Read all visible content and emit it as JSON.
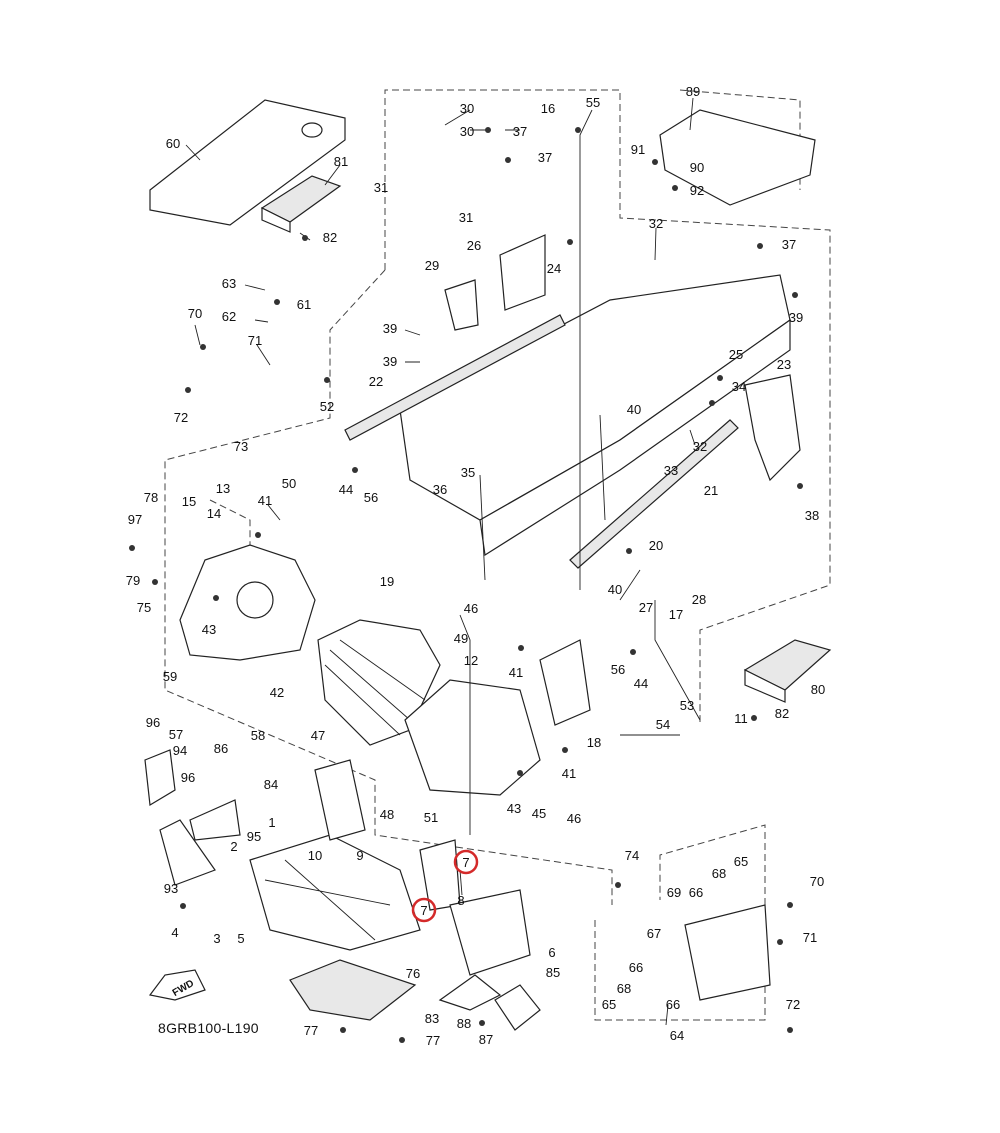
{
  "diagram": {
    "reference_code": "8GRB100-L190",
    "fwd_label": "FWD",
    "highlight_color": "#d42a2a",
    "highlighted_callouts": [
      "7",
      "7"
    ],
    "callouts": [
      {
        "id": "c60",
        "text": "60"
      },
      {
        "id": "c81",
        "text": "81"
      },
      {
        "id": "c82a",
        "text": "82"
      },
      {
        "id": "c30a",
        "text": "30"
      },
      {
        "id": "c30b",
        "text": "30"
      },
      {
        "id": "c37a",
        "text": "37"
      },
      {
        "id": "c37b",
        "text": "37"
      },
      {
        "id": "c16",
        "text": "16"
      },
      {
        "id": "c55",
        "text": "55"
      },
      {
        "id": "c31a",
        "text": "31"
      },
      {
        "id": "c31b",
        "text": "31"
      },
      {
        "id": "c89",
        "text": "89"
      },
      {
        "id": "c91",
        "text": "91"
      },
      {
        "id": "c90",
        "text": "90"
      },
      {
        "id": "c92",
        "text": "92"
      },
      {
        "id": "c26",
        "text": "26"
      },
      {
        "id": "c24",
        "text": "24"
      },
      {
        "id": "c29",
        "text": "29"
      },
      {
        "id": "c32a",
        "text": "32"
      },
      {
        "id": "c37c",
        "text": "37"
      },
      {
        "id": "c39a",
        "text": "39"
      },
      {
        "id": "c63",
        "text": "63"
      },
      {
        "id": "c61",
        "text": "61"
      },
      {
        "id": "c62",
        "text": "62"
      },
      {
        "id": "c70a",
        "text": "70"
      },
      {
        "id": "c71a",
        "text": "71"
      },
      {
        "id": "c39b",
        "text": "39"
      },
      {
        "id": "c39c",
        "text": "39"
      },
      {
        "id": "c22",
        "text": "22"
      },
      {
        "id": "c52",
        "text": "52"
      },
      {
        "id": "c72a",
        "text": "72"
      },
      {
        "id": "c73",
        "text": "73"
      },
      {
        "id": "c25",
        "text": "25"
      },
      {
        "id": "c23",
        "text": "23"
      },
      {
        "id": "c34",
        "text": "34"
      },
      {
        "id": "c40a",
        "text": "40"
      },
      {
        "id": "c32b",
        "text": "32"
      },
      {
        "id": "c33",
        "text": "33"
      },
      {
        "id": "c21",
        "text": "21"
      },
      {
        "id": "c38",
        "text": "38"
      },
      {
        "id": "c78",
        "text": "78"
      },
      {
        "id": "c13",
        "text": "13"
      },
      {
        "id": "c15",
        "text": "15"
      },
      {
        "id": "c14",
        "text": "14"
      },
      {
        "id": "c41a",
        "text": "41"
      },
      {
        "id": "c50",
        "text": "50"
      },
      {
        "id": "c44a",
        "text": "44"
      },
      {
        "id": "c56a",
        "text": "56"
      },
      {
        "id": "c36",
        "text": "36"
      },
      {
        "id": "c35",
        "text": "35"
      },
      {
        "id": "c97",
        "text": "97"
      },
      {
        "id": "c79",
        "text": "79"
      },
      {
        "id": "c75",
        "text": "75"
      },
      {
        "id": "c43a",
        "text": "43"
      },
      {
        "id": "c19",
        "text": "19"
      },
      {
        "id": "c20",
        "text": "20"
      },
      {
        "id": "c40b",
        "text": "40"
      },
      {
        "id": "c27",
        "text": "27"
      },
      {
        "id": "c17",
        "text": "17"
      },
      {
        "id": "c28",
        "text": "28"
      },
      {
        "id": "c46a",
        "text": "46"
      },
      {
        "id": "c49",
        "text": "49"
      },
      {
        "id": "c12",
        "text": "12"
      },
      {
        "id": "c41b",
        "text": "41"
      },
      {
        "id": "c56b",
        "text": "56"
      },
      {
        "id": "c44b",
        "text": "44"
      },
      {
        "id": "c53",
        "text": "53"
      },
      {
        "id": "c54",
        "text": "54"
      },
      {
        "id": "c11",
        "text": "11"
      },
      {
        "id": "c80",
        "text": "80"
      },
      {
        "id": "c82b",
        "text": "82"
      },
      {
        "id": "c59",
        "text": "59"
      },
      {
        "id": "c42",
        "text": "42"
      },
      {
        "id": "c96a",
        "text": "96"
      },
      {
        "id": "c57",
        "text": "57"
      },
      {
        "id": "c58",
        "text": "58"
      },
      {
        "id": "c94",
        "text": "94"
      },
      {
        "id": "c86",
        "text": "86"
      },
      {
        "id": "c47",
        "text": "47"
      },
      {
        "id": "c18",
        "text": "18"
      },
      {
        "id": "c41c",
        "text": "41"
      },
      {
        "id": "c96b",
        "text": "96"
      },
      {
        "id": "c84",
        "text": "84"
      },
      {
        "id": "c48",
        "text": "48"
      },
      {
        "id": "c43b",
        "text": "43"
      },
      {
        "id": "c45",
        "text": "45"
      },
      {
        "id": "c46b",
        "text": "46"
      },
      {
        "id": "c95",
        "text": "95"
      },
      {
        "id": "c1",
        "text": "1"
      },
      {
        "id": "c10",
        "text": "10"
      },
      {
        "id": "c9",
        "text": "9"
      },
      {
        "id": "c51",
        "text": "51"
      },
      {
        "id": "c2",
        "text": "2"
      },
      {
        "id": "c74",
        "text": "74"
      },
      {
        "id": "c93",
        "text": "93"
      },
      {
        "id": "c8",
        "text": "8"
      },
      {
        "id": "c68a",
        "text": "68"
      },
      {
        "id": "c65a",
        "text": "65"
      },
      {
        "id": "c69",
        "text": "69"
      },
      {
        "id": "c66a",
        "text": "66"
      },
      {
        "id": "c70b",
        "text": "70"
      },
      {
        "id": "c4",
        "text": "4"
      },
      {
        "id": "c3",
        "text": "3"
      },
      {
        "id": "c5",
        "text": "5"
      },
      {
        "id": "c6",
        "text": "6"
      },
      {
        "id": "c67",
        "text": "67"
      },
      {
        "id": "c71b",
        "text": "71"
      },
      {
        "id": "c66b",
        "text": "66"
      },
      {
        "id": "c76",
        "text": "76"
      },
      {
        "id": "c85",
        "text": "85"
      },
      {
        "id": "c68b",
        "text": "68"
      },
      {
        "id": "c65b",
        "text": "65"
      },
      {
        "id": "c66c",
        "text": "66"
      },
      {
        "id": "c72b",
        "text": "72"
      },
      {
        "id": "c83",
        "text": "83"
      },
      {
        "id": "c88",
        "text": "88"
      },
      {
        "id": "c87",
        "text": "87"
      },
      {
        "id": "c77a",
        "text": "77"
      },
      {
        "id": "c77b",
        "text": "77"
      },
      {
        "id": "c64",
        "text": "64"
      }
    ]
  }
}
